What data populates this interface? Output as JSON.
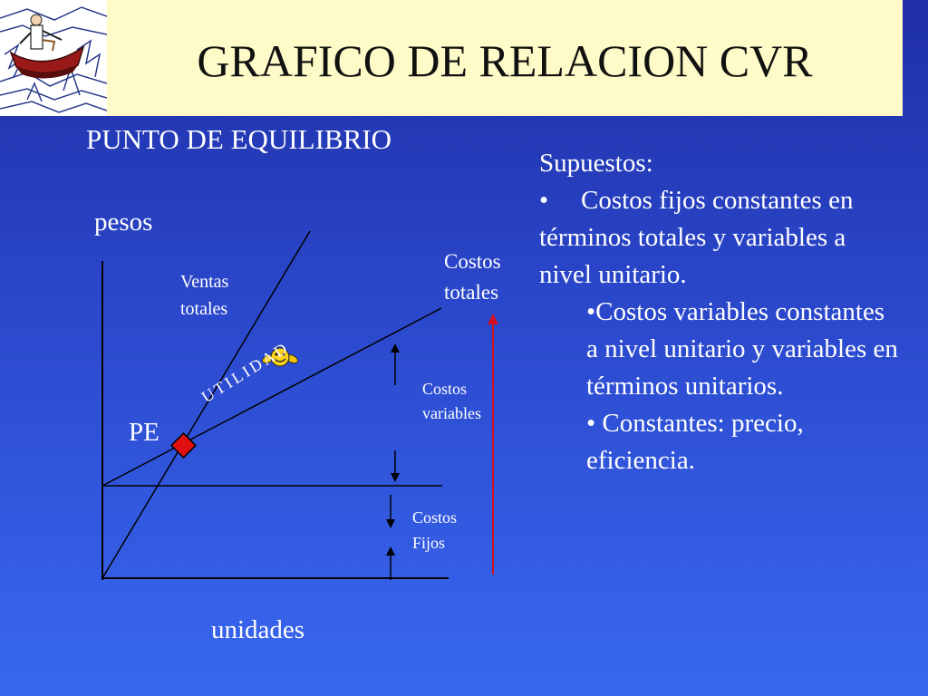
{
  "slide": {
    "title": "GRAFICO DE RELACION CVR",
    "subtitle": "PUNTO DE EQUILIBRIO"
  },
  "diagram": {
    "y_axis_label": "pesos",
    "x_axis_label": "unidades",
    "ventas_label_1": "Ventas",
    "ventas_label_2": "totales",
    "costos_totales_1": "Costos",
    "costos_totales_2": "totales",
    "costos_variables_1": "Costos",
    "costos_variables_2": "variables",
    "costos_fijos_1": "Costos",
    "costos_fijos_2": "Fijos",
    "utilidad_label": "UTILIDAD",
    "pe_label": "PE",
    "colors": {
      "marker": "#e01010",
      "arrow_red": "#d01020",
      "line": "#000000"
    }
  },
  "supuestos": {
    "heading": "Supuestos:",
    "bullet_symbol": "•",
    "item1": "Costos fijos constantes en términos totales y variables a nivel unitario.",
    "item2": "•Costos variables constantes a nivel unitario y variables en términos unitarios.",
    "item3": "• Constantes: precio, eficiencia."
  }
}
